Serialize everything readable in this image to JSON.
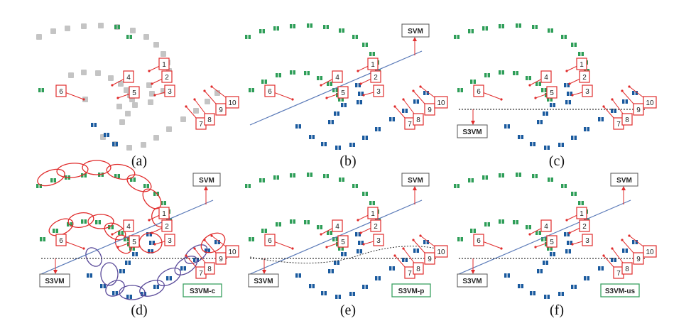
{
  "panels": [
    {
      "caption": "(a)",
      "svm_label": "",
      "s3vm_label": "",
      "variant_label": "",
      "grey": true
    },
    {
      "caption": "(b)",
      "svm_label": "SVM",
      "s3vm_label": "",
      "variant_label": ""
    },
    {
      "caption": "(c)",
      "svm_label": "",
      "s3vm_label": "S3VM",
      "variant_label": ""
    },
    {
      "caption": "(d)",
      "svm_label": "SVM",
      "s3vm_label": "S3VM",
      "variant_label": "S3VM-c",
      "ellipses": true
    },
    {
      "caption": "(e)",
      "svm_label": "SVM",
      "s3vm_label": "S3VM",
      "variant_label": "S3VM-p"
    },
    {
      "caption": "(f)",
      "svm_label": "SVM",
      "s3vm_label": "S3VM",
      "variant_label": "S3VM-us"
    }
  ],
  "point_labels": [
    "1",
    "2",
    "3",
    "4",
    "5",
    "6",
    "7",
    "8",
    "9",
    "10"
  ],
  "colors": {
    "green": "#2e9e58",
    "blue": "#1a5a9e",
    "grey": "#c4c4c4",
    "red": "#e02b2b",
    "line": "#5a7ab8",
    "variant_border": "#3aa060"
  }
}
